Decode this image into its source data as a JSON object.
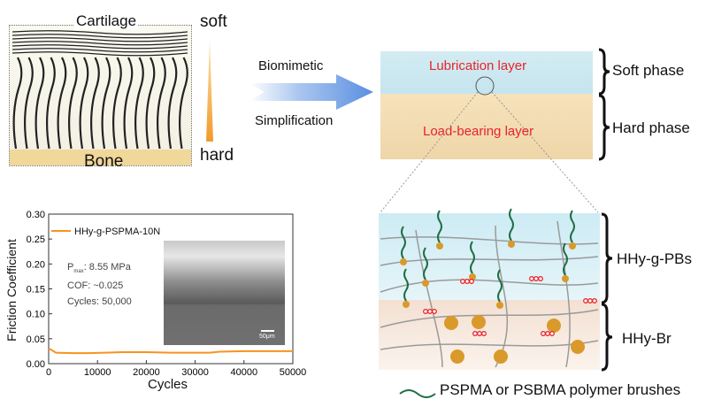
{
  "cartilage": {
    "title": "Cartilage",
    "bottom": "Bone",
    "soft": "soft",
    "hard": "hard"
  },
  "arrow": {
    "top": "Biomimetic",
    "bottom": "Simplification"
  },
  "layers": {
    "lubrication": "Lubrication layer",
    "load_bearing": "Load-bearing layer",
    "soft_phase": "Soft phase",
    "hard_phase": "Hard phase",
    "label_color": "#e8232a"
  },
  "network": {
    "top_label": "HHy-g-PBs",
    "bottom_label": "HHy-Br",
    "legend": "PSPMA or PSBMA polymer brushes",
    "brush_color": "#1f6e45",
    "particle_color": "#d99a2b"
  },
  "chart_data": {
    "type": "line",
    "xlabel": "Cycles",
    "ylabel": "Friction Coefficient",
    "xlim": [
      0,
      50000
    ],
    "ylim": [
      0,
      0.3
    ],
    "xticks": [
      "0",
      "10000",
      "20000",
      "30000",
      "40000",
      "50000"
    ],
    "yticks": [
      "0.00",
      "0.05",
      "0.10",
      "0.15",
      "0.20",
      "0.25",
      "0.30"
    ],
    "legend_position": "top-left",
    "series": [
      {
        "name": "HHy-g-PSPMA-10N",
        "color": "#f7931e",
        "x": [
          0,
          500,
          1500,
          5000,
          8000,
          15000,
          20000,
          25000,
          30000,
          33000,
          35000,
          40000,
          45000,
          50000
        ],
        "y": [
          0.03,
          0.028,
          0.022,
          0.021,
          0.021,
          0.023,
          0.023,
          0.022,
          0.022,
          0.022,
          0.024,
          0.025,
          0.025,
          0.025
        ]
      }
    ],
    "annotations": {
      "pmax_prefix": "P",
      "pmax_sub": "max",
      "pmax_value": ": 8.55 MPa",
      "cof": "COF: ~0.025",
      "cycles": "Cycles: 50,000",
      "scale_bar": "50μm"
    }
  }
}
